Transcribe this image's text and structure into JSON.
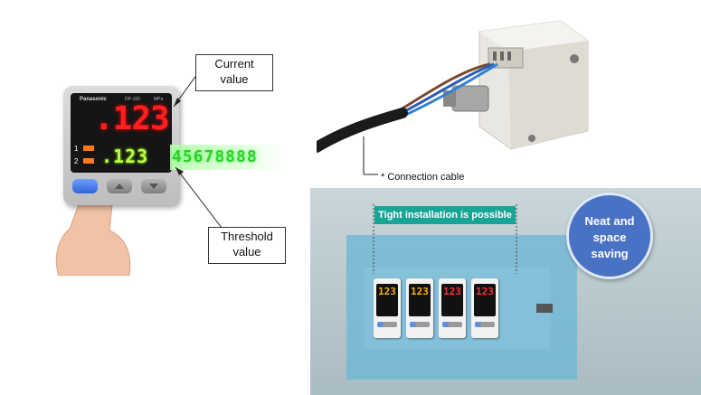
{
  "sensor": {
    "brand": "Panasonic",
    "model": "DP-100",
    "unit": "MPa",
    "main_display": ".123",
    "sub_display": ".123",
    "threshold_trail": "45678888",
    "output1": "1",
    "output2": "2"
  },
  "callouts": {
    "current_value_line1": "Current",
    "current_value_line2": "value",
    "threshold_value_line1": "Threshold",
    "threshold_value_line2": "value"
  },
  "cable": {
    "label": "* Connection cable"
  },
  "installation": {
    "banner": "Tight installation is possible",
    "badge_line1": "Neat and",
    "badge_line2": "space",
    "badge_line3": "saving",
    "mini_displays": [
      "123",
      "123",
      "123",
      "123"
    ]
  },
  "colors": {
    "display_red": "#ff2020",
    "display_green": "#b8ff4a",
    "banner_teal": "#17a595",
    "badge_blue": "#4972c4"
  }
}
